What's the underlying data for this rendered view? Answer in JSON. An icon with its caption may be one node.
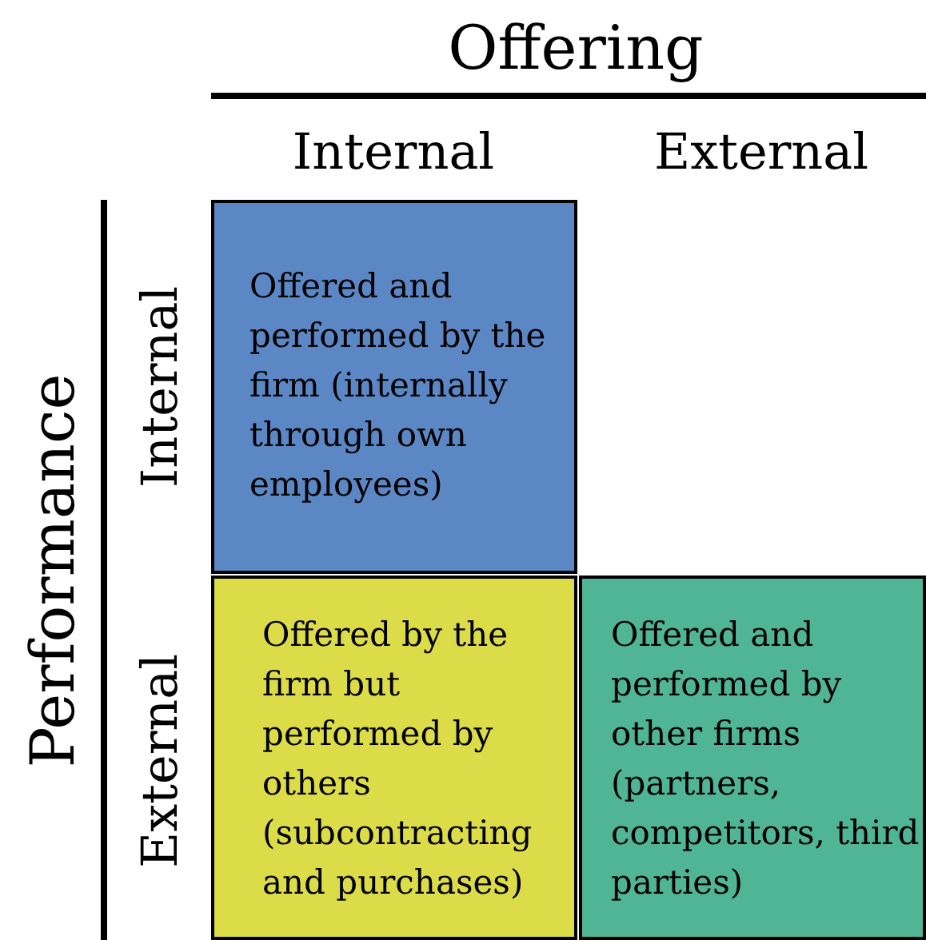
{
  "diagram": {
    "nodes": [
      {
        "text": [
          "Offered and performed by the firm (internally through own employees)"
        ]
      },
      {
        "text": [
          "Offered by the firm but performed by others (subcontracting and purchases)"
        ]
      },
      {
        "text": [
          "Offered and performed by other firms (partners, competitors, third parties)"
        ]
      }
    ],
    "labels": [
      "Offering",
      "Internal",
      "External",
      "Performance",
      "Internal",
      "External"
    ]
  }
}
